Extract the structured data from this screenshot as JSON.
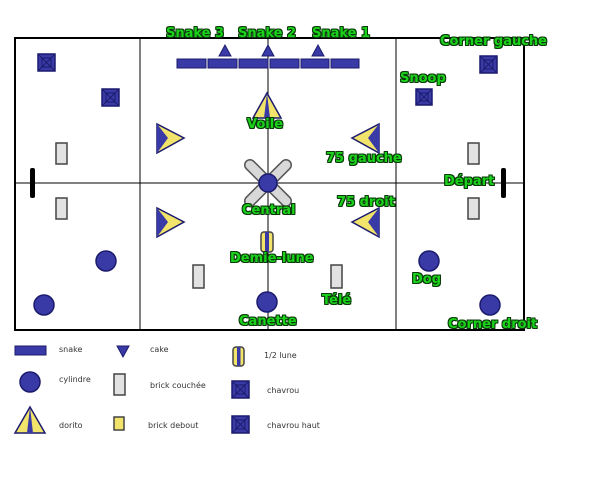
{
  "colors": {
    "blue": "#3a3aa6",
    "blue_dark": "#1b1b6e",
    "yellow": "#f2e46a",
    "grey": "#e2e2e2",
    "line": "#000000",
    "label_green": "#1bd21b"
  },
  "labels": {
    "snake3": "Snake 3",
    "snake2": "Snake 2",
    "snake1": "Snake 1",
    "corner_gauche": "Corner gauche",
    "snoop": "Snoop",
    "voile": "Voile",
    "gauche75": "75 gauche",
    "depart": "Départ",
    "central": "Central",
    "droit75": "75 droit",
    "demi_lune": "Demie-lune",
    "dog": "Dog",
    "tele": "Télé",
    "canette": "Canette",
    "corner_droit": "Corner droit"
  },
  "legend": {
    "snake": "snake",
    "cake": "cake",
    "half_lune": "1/2 lune",
    "cylindre": "cylindre",
    "brick_couchee": "brick couchée",
    "chavrou": "chavrou",
    "dorito": "dorito",
    "brick_debout": "brick debout",
    "chavrou_haut": "chavrou haut"
  },
  "icons": {
    "snake": "blue-bar",
    "cake": "blue-inverted-triangle",
    "half_lune": "yellow-half-moon",
    "cylindre": "blue-circle",
    "brick_couchee": "grey-rectangle",
    "chavrou": "blue-square-chevron",
    "dorito": "yellow-triangle",
    "brick_debout": "yellow-small-rectangle",
    "chavrou_haut": "blue-square-x"
  }
}
